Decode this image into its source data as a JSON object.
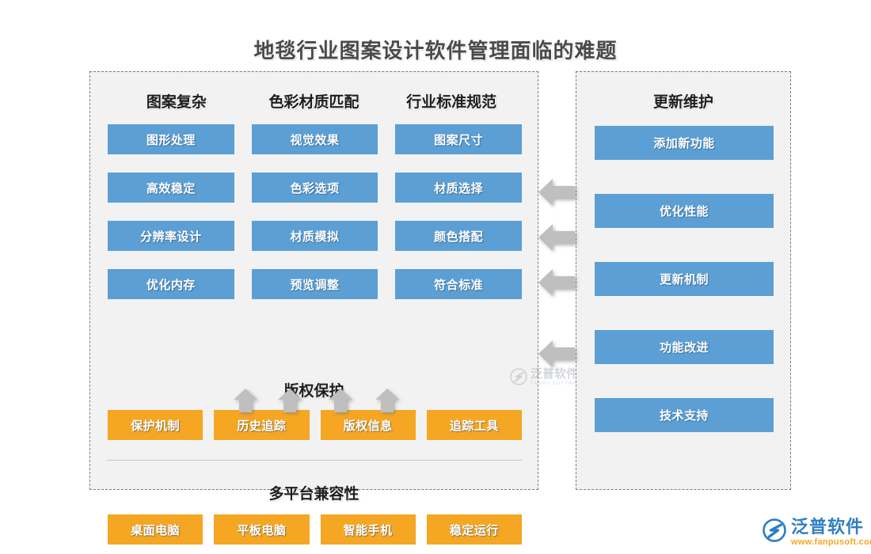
{
  "title": "地毯行业图案设计软件管理面临的难题",
  "colors": {
    "blue": "#5b9fd4",
    "orange": "#f5a623",
    "panel_bg": "#f2f2f2",
    "panel_border": "#7d7d7d",
    "title_text": "#4a4a4a",
    "brand_blue": "#2f7fc1",
    "brand_orange": "#f5a623",
    "arrow_gray": "#bfbfbf"
  },
  "left_panel": {
    "column_headers": [
      "图案复杂",
      "色彩材质匹配",
      "行业标准规范"
    ],
    "grid_rows": [
      [
        "图形处理",
        "视觉效果",
        "图案尺寸"
      ],
      [
        "高效稳定",
        "色彩选项",
        "材质选择"
      ],
      [
        "分辨率设计",
        "材质模拟",
        "颜色搭配"
      ],
      [
        "优化内存",
        "预览调整",
        "符合标准"
      ]
    ],
    "copyright": {
      "title": "版权保护",
      "items": [
        "保护机制",
        "历史追踪",
        "版权信息",
        "追踪工具"
      ]
    },
    "platform": {
      "title": "多平台兼容性",
      "items": [
        "桌面电脑",
        "平板电脑",
        "智能手机",
        "稳定运行"
      ]
    }
  },
  "right_panel": {
    "title": "更新维护",
    "items": [
      "添加新功能",
      "优化性能",
      "更新机制",
      "功能改进",
      "技术支持"
    ]
  },
  "arrows": {
    "left_arrows_count": 4,
    "up_arrows_count": 4,
    "left_icon": "arrow-left-icon",
    "up_icon": "arrow-up-icon"
  },
  "watermark": {
    "cn": "泛普软件",
    "en": "FANPU SOFTWARE"
  },
  "brand": {
    "icon": "fanpu-swoosh-logo-icon",
    "name": "泛普软件",
    "url": "www.fanpusoft.com"
  }
}
